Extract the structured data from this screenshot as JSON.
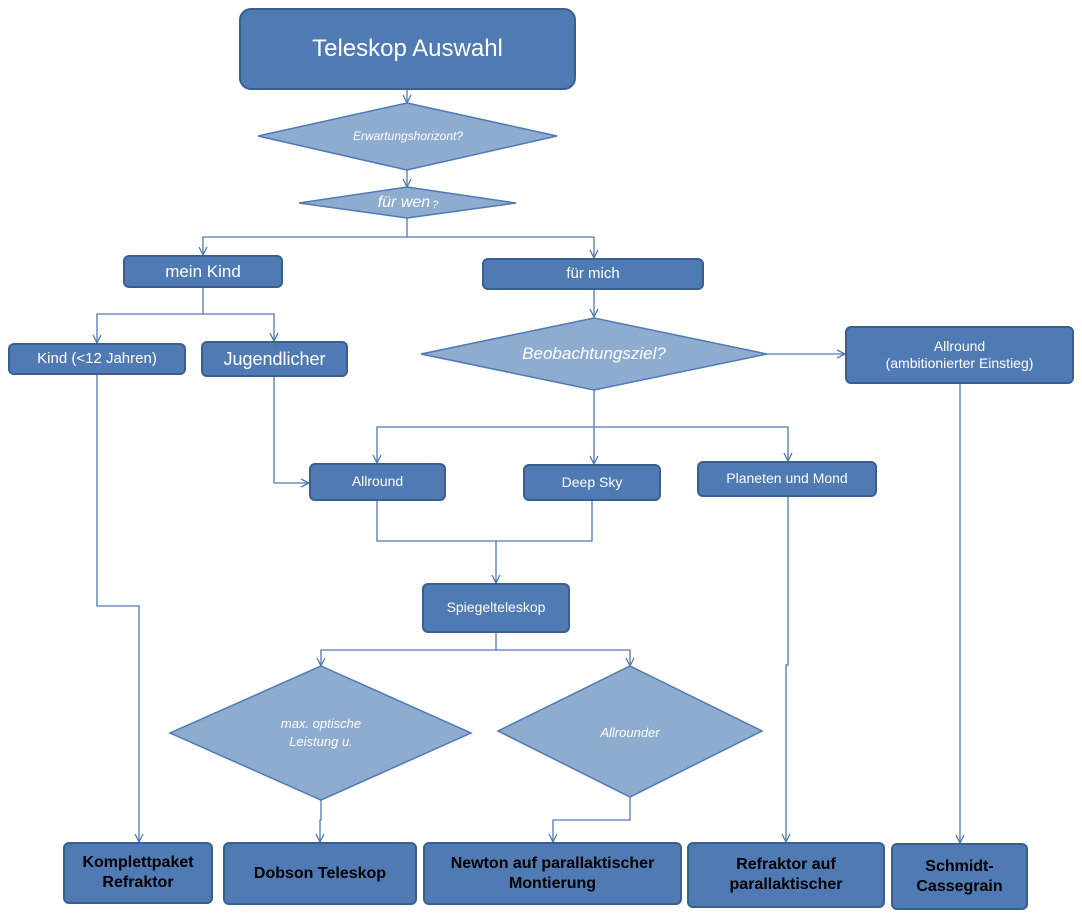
{
  "title": "Teleskop Auswahl",
  "decisions": {
    "erwartung": "Erwartungshorizont?",
    "fuer_wen_main": "für wen",
    "fuer_wen_q": "?",
    "beobachtungsziel": "Beobachtungsziel?",
    "max_optische_1": "max. optische",
    "max_optische_2": "Leistung u.",
    "allrounder": "Allrounder"
  },
  "nodes": {
    "mein_kind": "mein Kind",
    "fuer_mich": "für mich",
    "kind_unter_12": "Kind (<12 Jahren)",
    "jugendlicher": "Jugendlicher",
    "allround_ambitioniert_1": "Allround",
    "allround_ambitioniert_2": "(ambitionierter Einstieg)",
    "allround": "Allround",
    "deep_sky": "Deep Sky",
    "planeten_mond": "Planeten und Mond",
    "spiegelteleskop": "Spiegelteleskop"
  },
  "results": {
    "komplettpaket_1": "Komplettpaket",
    "komplettpaket_2": "Refraktor",
    "dobson": "Dobson Teleskop",
    "newton_1": "Newton auf parallaktischer",
    "newton_2": "Montierung",
    "refraktor_1": "Refraktor auf",
    "refraktor_2": "parallaktischer",
    "schmidt_1": "Schmidt-",
    "schmidt_2": "Cassegrain"
  },
  "colors": {
    "box_fill": "#4f7ab3",
    "box_border": "#3a5f8f",
    "diamond_fill": "#8eacd0",
    "connector": "#4f7ab3"
  }
}
